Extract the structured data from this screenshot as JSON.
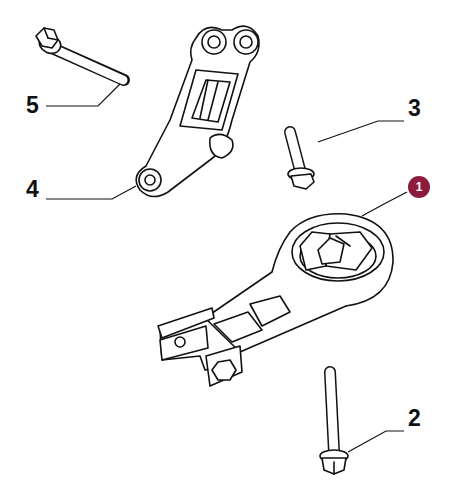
{
  "diagram": {
    "nodes": [
      {
        "text": [
          "1"
        ]
      }
    ],
    "labels": [
      "5",
      "3",
      "4",
      "2"
    ]
  }
}
